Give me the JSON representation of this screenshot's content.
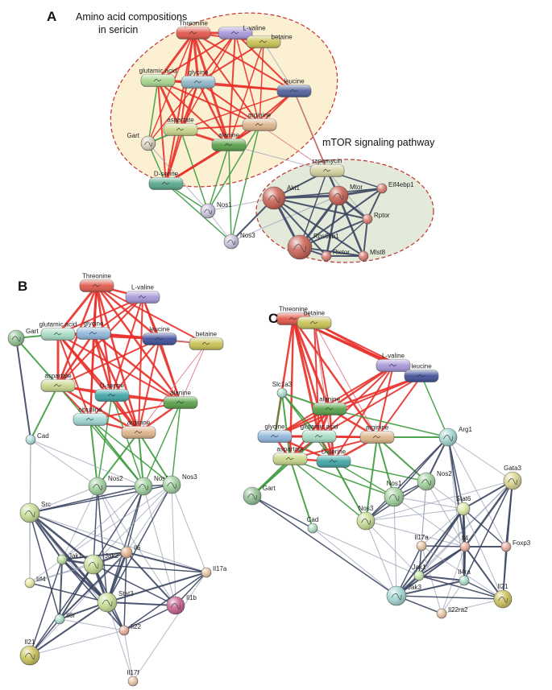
{
  "panels": {
    "A": {
      "letter": "A",
      "region_amino_title_line1": "Amino acid compositions",
      "region_amino_title_line2": "in sericin",
      "region_mtor_title": "mTOR signaling pathway",
      "nodes": [
        {
          "id": "Threonine",
          "label": "Threonine",
          "shape": "pill",
          "color": "#e0574a"
        },
        {
          "id": "L-valine",
          "label": "L-valine",
          "shape": "pill",
          "color": "#a796d9"
        },
        {
          "id": "betaine",
          "label": "betaine",
          "shape": "pill",
          "color": "#c9c254"
        },
        {
          "id": "glutamic acid",
          "label": "glutamic acid",
          "shape": "pill",
          "color": "#a8d690"
        },
        {
          "id": "glycine",
          "label": "glycine",
          "shape": "pill",
          "color": "#8fb7c9"
        },
        {
          "id": "leucine",
          "label": "leucine",
          "shape": "pill",
          "color": "#4f5f9c"
        },
        {
          "id": "aspartate",
          "label": "aspartate",
          "shape": "pill",
          "color": "#c8d68a"
        },
        {
          "id": "arginine",
          "label": "arginine",
          "shape": "pill",
          "color": "#deb48a"
        },
        {
          "id": "Gart",
          "label": "Gart",
          "shape": "circle",
          "color": "#d8cfb8"
        },
        {
          "id": "alanine",
          "label": "alanine",
          "shape": "pill",
          "color": "#59a14a"
        },
        {
          "id": "D-serine",
          "label": "D-serine",
          "shape": "pill",
          "color": "#55a88a"
        },
        {
          "id": "rapamycin",
          "label": "rapamycin",
          "shape": "pill",
          "color": "#d3d2a0"
        },
        {
          "id": "Nos1",
          "label": "Nos1",
          "shape": "circle",
          "color": "#c8c0dc"
        },
        {
          "id": "Nos3",
          "label": "Nos3",
          "shape": "circle",
          "color": "#c8c0dc"
        },
        {
          "id": "Akt1",
          "label": "Akt1",
          "shape": "circle",
          "color": "#c75b4e"
        },
        {
          "id": "Mtor",
          "label": "Mtor",
          "shape": "circle",
          "color": "#c75b4e"
        },
        {
          "id": "Eif4ebp1",
          "label": "Eif4ebp1",
          "shape": "circle",
          "color": "#d8776a"
        },
        {
          "id": "Rptor",
          "label": "Rptor",
          "shape": "circle",
          "color": "#d8776a"
        },
        {
          "id": "Rps6kb1",
          "label": "Rps6kb1",
          "shape": "circle",
          "color": "#c75b4e"
        },
        {
          "id": "Rictor",
          "label": "Rictor",
          "shape": "circle",
          "color": "#d8776a"
        },
        {
          "id": "Mlst8",
          "label": "Mlst8",
          "shape": "circle",
          "color": "#d8776a"
        }
      ]
    },
    "B": {
      "letter": "B",
      "nodes": [
        {
          "id": "Threonine",
          "label": "Threonine",
          "shape": "pill",
          "color": "#e0574a"
        },
        {
          "id": "L-valine",
          "label": "L-valine",
          "shape": "pill",
          "color": "#a796d9"
        },
        {
          "id": "glutamic acid",
          "label": "glutamic acid",
          "shape": "pill",
          "color": "#a6dcc2"
        },
        {
          "id": "glycine",
          "label": "glycine",
          "shape": "pill",
          "color": "#8fb7dc"
        },
        {
          "id": "leucine",
          "label": "leucine",
          "shape": "pill",
          "color": "#3f4f99"
        },
        {
          "id": "betaine",
          "label": "betaine",
          "shape": "pill",
          "color": "#c9c254"
        },
        {
          "id": "Gart",
          "label": "Gart",
          "shape": "circle",
          "color": "#8fbf90"
        },
        {
          "id": "aspartate",
          "label": "aspartate",
          "shape": "pill",
          "color": "#c8d68a"
        },
        {
          "id": "D-serine",
          "label": "D-serine",
          "shape": "pill",
          "color": "#3fa5a5"
        },
        {
          "id": "alanine",
          "label": "alanine",
          "shape": "pill",
          "color": "#59a14a"
        },
        {
          "id": "citrulline",
          "label": "citrulline",
          "shape": "pill",
          "color": "#9fd6d3"
        },
        {
          "id": "arginine",
          "label": "arginine",
          "shape": "pill",
          "color": "#deb48a"
        },
        {
          "id": "Cad",
          "label": "Cad",
          "shape": "circle",
          "color": "#a8dcd8"
        },
        {
          "id": "Nos2",
          "label": "Nos2",
          "shape": "circle",
          "color": "#9ccf9a"
        },
        {
          "id": "Nos1",
          "label": "Nos1",
          "shape": "circle",
          "color": "#9ccf9a"
        },
        {
          "id": "Nos3",
          "label": "Nos3",
          "shape": "circle",
          "color": "#9ccf9a"
        },
        {
          "id": "Src",
          "label": "Src",
          "shape": "circle",
          "color": "#c5dc90"
        },
        {
          "id": "Il6",
          "label": "Il6",
          "shape": "circle",
          "color": "#e6b28c"
        },
        {
          "id": "Jak1",
          "label": "Jak1",
          "shape": "circle",
          "color": "#b6dc98"
        },
        {
          "id": "Jak2",
          "label": "Jak2",
          "shape": "circle",
          "color": "#c5dc90"
        },
        {
          "id": "Il17a",
          "label": "Il17a",
          "shape": "circle",
          "color": "#e6c4a0"
        },
        {
          "id": "Irf4",
          "label": "Irf4",
          "shape": "circle",
          "color": "#e6e6a0"
        },
        {
          "id": "Stat3",
          "label": "Stat3",
          "shape": "circle",
          "color": "#c5dc90"
        },
        {
          "id": "Il1b",
          "label": "Il1b",
          "shape": "circle",
          "color": "#c75b8e"
        },
        {
          "id": "Il6r",
          "label": "Il6r",
          "shape": "circle",
          "color": "#a8dcc8"
        },
        {
          "id": "Il22",
          "label": "Il22",
          "shape": "circle",
          "color": "#e6a898"
        },
        {
          "id": "Il21",
          "label": "Il21",
          "shape": "circle",
          "color": "#c9c254"
        },
        {
          "id": "Il17f",
          "label": "Il17f",
          "shape": "circle",
          "color": "#e6c4a0"
        }
      ]
    },
    "C": {
      "letter": "C",
      "nodes": [
        {
          "id": "Threonine",
          "label": "Threonine",
          "shape": "pill",
          "color": "#e0574a"
        },
        {
          "id": "betaine",
          "label": "betaine",
          "shape": "pill",
          "color": "#c9c254"
        },
        {
          "id": "L-valine",
          "label": "L-valine",
          "shape": "pill",
          "color": "#a796d9"
        },
        {
          "id": "leucine",
          "label": "leucine",
          "shape": "pill",
          "color": "#3f4f99"
        },
        {
          "id": "Slc1a3",
          "label": "Slc1a3",
          "shape": "circle",
          "color": "#a8dcc8"
        },
        {
          "id": "alanine",
          "label": "alanine",
          "shape": "pill",
          "color": "#59a14a"
        },
        {
          "id": "Arg1",
          "label": "Arg1",
          "shape": "circle",
          "color": "#9fd6d3"
        },
        {
          "id": "glycine",
          "label": "glycine",
          "shape": "pill",
          "color": "#8fb7dc"
        },
        {
          "id": "glutamic acid",
          "label": "glutamic acid",
          "shape": "pill",
          "color": "#a6dcc2"
        },
        {
          "id": "arginine",
          "label": "arginine",
          "shape": "pill",
          "color": "#deb48a"
        },
        {
          "id": "D-serine",
          "label": "D-serine",
          "shape": "pill",
          "color": "#3fa5a5"
        },
        {
          "id": "Nos2",
          "label": "Nos2",
          "shape": "circle",
          "color": "#9ccf9a"
        },
        {
          "id": "aspartate",
          "label": "aspartate",
          "shape": "pill",
          "color": "#c8d68a"
        },
        {
          "id": "Gart",
          "label": "Gart",
          "shape": "circle",
          "color": "#8fbf90"
        },
        {
          "id": "Nos1",
          "label": "Nos1",
          "shape": "circle",
          "color": "#9ccf9a"
        },
        {
          "id": "Gata3",
          "label": "Gata3",
          "shape": "circle",
          "color": "#d9d28a"
        },
        {
          "id": "Nos3",
          "label": "Nos3",
          "shape": "circle",
          "color": "#c5dc90"
        },
        {
          "id": "Stat6",
          "label": "Stat6",
          "shape": "circle",
          "color": "#d9e6a0"
        },
        {
          "id": "Cad",
          "label": "Cad",
          "shape": "circle",
          "color": "#a8dcc0"
        },
        {
          "id": "Il17a",
          "label": "Il17a",
          "shape": "circle",
          "color": "#e6c4a0"
        },
        {
          "id": "Il4",
          "label": "Il4",
          "shape": "circle",
          "color": "#e6a898"
        },
        {
          "id": "Foxp3",
          "label": "Foxp3",
          "shape": "circle",
          "color": "#e6a898"
        },
        {
          "id": "Jak1",
          "label": "Jak1",
          "shape": "circle",
          "color": "#c5e6a0"
        },
        {
          "id": "Il4ra",
          "label": "Il4ra",
          "shape": "circle",
          "color": "#a8dcc8"
        },
        {
          "id": "Jak3",
          "label": "Jak3",
          "shape": "circle",
          "color": "#9fd6d3"
        },
        {
          "id": "Il21",
          "label": "Il21",
          "shape": "circle",
          "color": "#c9c254"
        },
        {
          "id": "Il22ra2",
          "label": "Il22ra2",
          "shape": "circle",
          "color": "#e6c4a0"
        }
      ]
    }
  },
  "edge_colors": {
    "red": "#e8302a",
    "green": "#3c9a3c",
    "dark": "#3a4560",
    "light": "#9aa0b4",
    "pink": "#e07a8a"
  }
}
